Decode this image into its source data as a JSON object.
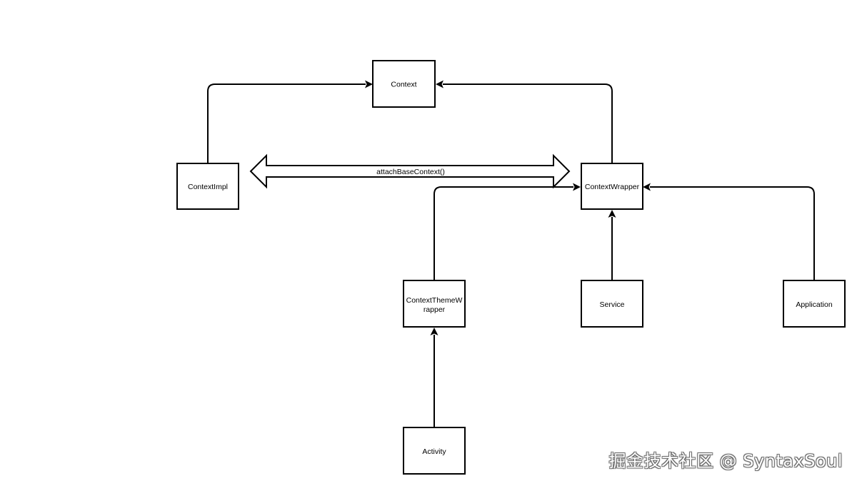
{
  "diagram": {
    "nodes": {
      "context": {
        "label": "Context"
      },
      "context_impl": {
        "label": "ContextImpl"
      },
      "context_wrapper": {
        "label": "ContextWrapper"
      },
      "context_theme_wrapper": {
        "label_line1": "ContextThemeW",
        "label_line2": "rapper"
      },
      "service": {
        "label": "Service"
      },
      "application": {
        "label": "Application"
      },
      "activity": {
        "label": "Activity"
      }
    },
    "edges": {
      "attach_base_context": {
        "label": "attachBaseContext()"
      }
    }
  },
  "watermark": {
    "text": "掘金技术社区 @ SyntaxSoul"
  }
}
